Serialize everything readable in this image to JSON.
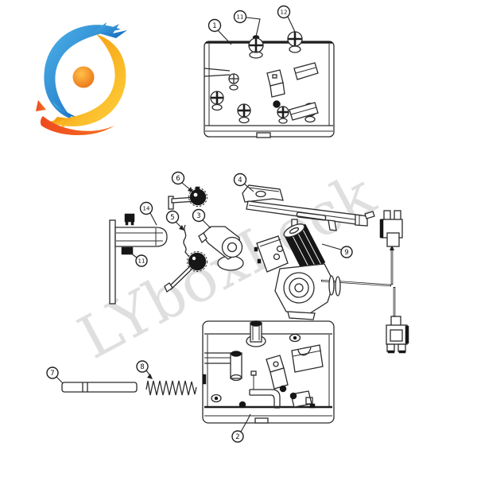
{
  "page": {
    "background": "#ffffff",
    "kind": "exploded-parts-diagram"
  },
  "logo": {
    "name": "twin-dragon-swirl-logo",
    "colors": {
      "blue": "#1b7ed6",
      "light_blue": "#4fb3ea",
      "orange": "#f9a01b",
      "yellow": "#ffd23f",
      "deep_orange": "#ee4a20",
      "core_ball": "#f07d12"
    }
  },
  "watermark": {
    "text": "LYboxLock",
    "color": "#c6c6c6",
    "angle_deg": -28
  },
  "diagram": {
    "line_color": "#2b2b2b",
    "dark_fill": "#161616",
    "parts": [
      {
        "id": "1",
        "name": "top-cover-box"
      },
      {
        "id": "2",
        "name": "base-box"
      },
      {
        "id": "3",
        "name": "swing-lever"
      },
      {
        "id": "4",
        "name": "bolt-bar-bracket"
      },
      {
        "id": "5",
        "name": "spring-wire"
      },
      {
        "id": "6",
        "name": "cam-gear"
      },
      {
        "id": "7",
        "name": "link-rod"
      },
      {
        "id": "8",
        "name": "coil-spring"
      },
      {
        "id": "9",
        "name": "motor"
      },
      {
        "id": "11",
        "name": "screw"
      },
      {
        "id": "12",
        "name": "screw"
      },
      {
        "id": "14",
        "name": "lock-cylinder-housing"
      }
    ],
    "callouts": [
      {
        "label": "1"
      },
      {
        "label": "11"
      },
      {
        "label": "12"
      },
      {
        "label": "6"
      },
      {
        "label": "4"
      },
      {
        "label": "5"
      },
      {
        "label": "3"
      },
      {
        "label": "14"
      },
      {
        "label": "11"
      },
      {
        "label": "9"
      },
      {
        "label": "2"
      },
      {
        "label": "7"
      },
      {
        "label": "8"
      }
    ]
  }
}
